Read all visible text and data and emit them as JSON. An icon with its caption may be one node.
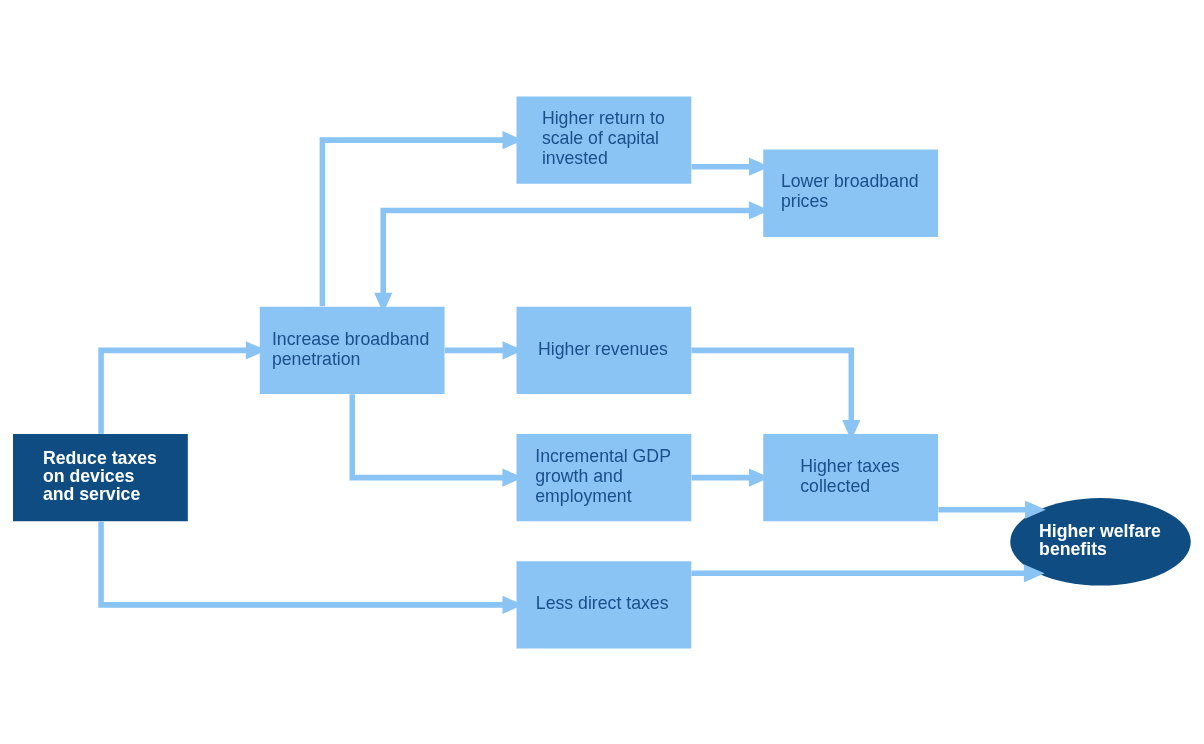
{
  "diagram": {
    "nodes": [
      {
        "text": [
          "Reduce taxes on devices and service"
        ]
      },
      {
        "text": [
          "Increase broadband penetration"
        ]
      },
      {
        "text": [
          "Higher return to scale of capital invested"
        ]
      },
      {
        "text": [
          "Lower broadband prices"
        ]
      },
      {
        "text": [
          "Higher revenues"
        ]
      },
      {
        "text": [
          "Incremental GDP growth and employment"
        ]
      },
      {
        "text": [
          "Higher taxes collected"
        ]
      },
      {
        "text": [
          "Less direct taxes"
        ]
      },
      {
        "text": [
          "Higher welfare benefits"
        ]
      }
    ],
    "edges": [
      {
        "from": 0,
        "to": 1,
        "arrow": "to"
      },
      {
        "from": 1,
        "to": 2,
        "arrow": "to"
      },
      {
        "from": 2,
        "to": 3,
        "arrow": "to"
      },
      {
        "from": 1,
        "to": 3,
        "arrow": "both"
      },
      {
        "from": 1,
        "to": 4,
        "arrow": "to"
      },
      {
        "from": 1,
        "to": 5,
        "arrow": "to"
      },
      {
        "from": 4,
        "to": 6,
        "arrow": "to"
      },
      {
        "from": 5,
        "to": 6,
        "arrow": "to"
      },
      {
        "from": 0,
        "to": 7,
        "arrow": "to"
      },
      {
        "from": 6,
        "to": 8,
        "arrow": "to"
      },
      {
        "from": 7,
        "to": 8,
        "arrow": "to"
      }
    ]
  }
}
